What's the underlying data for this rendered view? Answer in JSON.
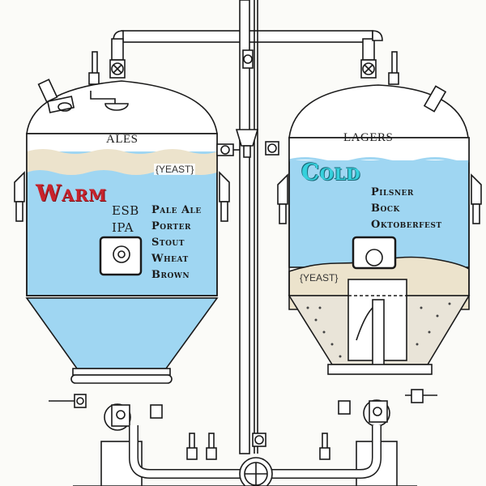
{
  "diagram": {
    "subject": "Beer fermentation tanks: ales vs lagers",
    "colors": {
      "liquid": "#9fd6f2",
      "yeast": "#ece3cc",
      "warm_text": "#c8232c",
      "cold_text": "#35d0dc",
      "line": "#1a1a1a",
      "background": "#fbfbf8"
    },
    "tanks": [
      {
        "id": "ales",
        "title": "ALES",
        "temperature_label": "Warm",
        "yeast_label": "{YEAST}",
        "yeast_position": "top",
        "abbreviations": [
          "ESB",
          "IPA"
        ],
        "styles": [
          "Pale Ale",
          "Porter",
          "Stout",
          "Wheat",
          "Brown"
        ]
      },
      {
        "id": "lagers",
        "title": "LAGERS",
        "temperature_label": "Cold",
        "yeast_label": "{YEAST}",
        "yeast_position": "bottom",
        "abbreviations": [],
        "styles": [
          "Pilsner",
          "Bock",
          "Oktoberfest"
        ]
      }
    ]
  }
}
